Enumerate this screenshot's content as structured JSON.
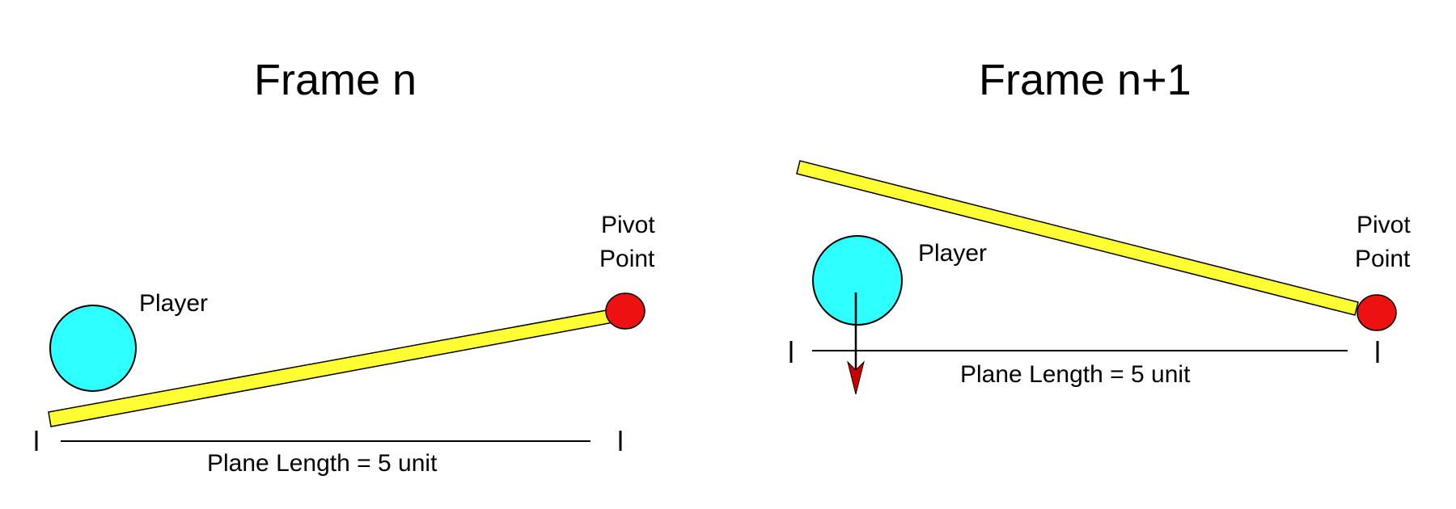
{
  "frames": [
    {
      "title": "Frame n",
      "player_label": "Player",
      "pivot_label_line1": "Pivot",
      "pivot_label_line2": "Point",
      "plane_length_label": "Plane Length = 5 unit"
    },
    {
      "title": "Frame n+1",
      "player_label": "Player",
      "pivot_label_line1": "Pivot",
      "pivot_label_line2": "Point",
      "plane_length_label": "Plane Length = 5 unit"
    }
  ],
  "colors": {
    "player": "#2effff",
    "pivot": "#ee1111",
    "plank": "#ffff33",
    "arrow_head": "#cc0000",
    "stroke": "#000000"
  }
}
